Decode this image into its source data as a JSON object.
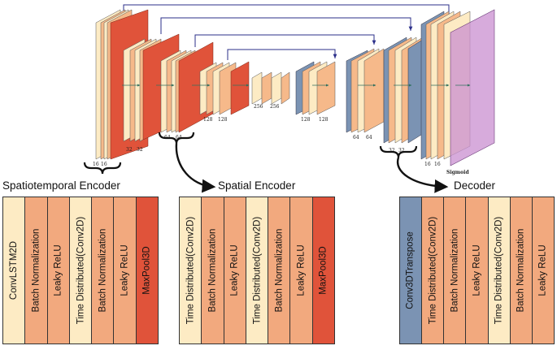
{
  "sections": {
    "spatiotemporal": {
      "title": "Spatiotemporal Encoder",
      "layers": [
        {
          "label": "ConvLSTM2D",
          "color": "#fdebc4"
        },
        {
          "label": "Batch Normalization",
          "color": "#f2a97e"
        },
        {
          "label": "Leaky ReLU",
          "color": "#f2a97e"
        },
        {
          "label": "Time Distributed(Conv2D)",
          "color": "#fdebc4"
        },
        {
          "label": "Batch Normalization",
          "color": "#f2a97e"
        },
        {
          "label": "Leaky ReLU",
          "color": "#f2a97e"
        },
        {
          "label": "MaxPool3D",
          "color": "#e0533a"
        }
      ]
    },
    "spatial": {
      "title": "Spatial Encoder",
      "layers": [
        {
          "label": "Time Distributed(Conv2D)",
          "color": "#fdebc4"
        },
        {
          "label": "Batch Normalization",
          "color": "#f2a97e"
        },
        {
          "label": "Leaky ReLU",
          "color": "#f2a97e"
        },
        {
          "label": "Time Distributed(Conv2D)",
          "color": "#fdebc4"
        },
        {
          "label": "Batch Normalization",
          "color": "#f2a97e"
        },
        {
          "label": "Leaky ReLU",
          "color": "#f2a97e"
        },
        {
          "label": "MaxPool3D",
          "color": "#e0533a"
        }
      ]
    },
    "decoder": {
      "title": "Decoder",
      "layers": [
        {
          "label": "Conv3DTranspose",
          "color": "#7b93b3"
        },
        {
          "label": "Time Distributed(Conv2D)",
          "color": "#f2a97e"
        },
        {
          "label": "Batch Normalization",
          "color": "#f2a97e"
        },
        {
          "label": "Leaky ReLU",
          "color": "#f2a97e"
        },
        {
          "label": "Time Distributed(Conv2D)",
          "color": "#fdebc4"
        },
        {
          "label": "Batch Normalization",
          "color": "#f2a97e"
        },
        {
          "label": "Leaky ReLU",
          "color": "#f2a97e"
        }
      ]
    }
  },
  "network": {
    "dims": {
      "enc1": [
        "16",
        "16"
      ],
      "enc2": [
        "32",
        "32"
      ],
      "enc3": [
        "64",
        "64"
      ],
      "enc4": [
        "128",
        "128"
      ],
      "bottleneck": [
        "256",
        "256"
      ],
      "dec4": [
        "128",
        "128"
      ],
      "dec3": [
        "64",
        "64"
      ],
      "dec2": [
        "32",
        "32"
      ],
      "dec1": [
        "16",
        "16"
      ]
    },
    "output_label": "Sigmoid",
    "colors": {
      "conv_light": "#fdebc4",
      "conv_mid": "#f6b98a",
      "pool": "#e0533a",
      "deconv": "#7b93b3",
      "output": "#c98fd0",
      "skip": "#2b2f8a"
    }
  }
}
